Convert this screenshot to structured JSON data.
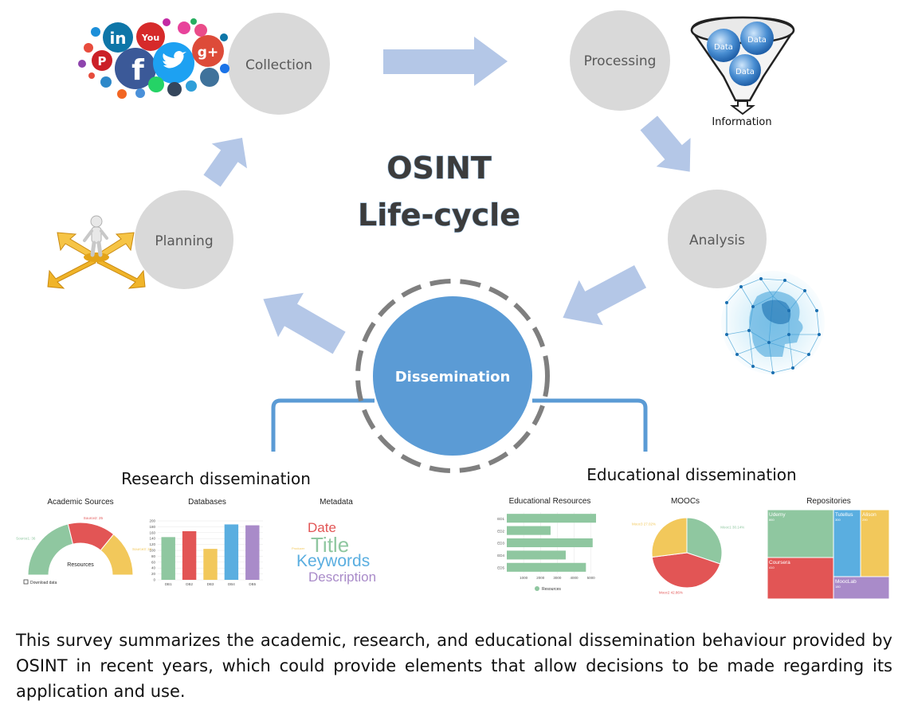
{
  "title": {
    "line1": "OSINT",
    "line2": "Life-cycle"
  },
  "stages": {
    "collection": "Collection",
    "processing": "Processing",
    "analysis": "Analysis",
    "dissemination": "Dissemination",
    "planning": "Planning"
  },
  "processing_icon": {
    "data_labels": [
      "Data",
      "Data",
      "Data"
    ],
    "output_label": "Information"
  },
  "research": {
    "heading": "Research dissemination",
    "academic_sources": {
      "title": "Academic Sources",
      "center_label": "Resources",
      "download_label": "Download data",
      "chart_data": {
        "type": "pie",
        "slices": [
          {
            "name": "Source1",
            "value": 36
          },
          {
            "name": "Source2",
            "value": 25
          },
          {
            "name": "Source3",
            "value": 24
          }
        ]
      }
    },
    "databases": {
      "title": "Databases",
      "chart_data": {
        "type": "bar",
        "categories": [
          "DB1",
          "DB2",
          "DB3",
          "DB4",
          "DB5"
        ],
        "values": [
          145,
          165,
          105,
          188,
          185
        ],
        "ylim": [
          0,
          200
        ],
        "yticks": [
          0,
          20,
          40,
          60,
          80,
          100,
          120,
          140,
          160,
          180,
          200
        ]
      }
    },
    "metadata": {
      "title": "Metadata",
      "words": [
        "Date",
        "Title",
        "Keywords",
        "Description",
        "Producer"
      ]
    }
  },
  "educational": {
    "heading": "Educational dissemination",
    "educational_resources": {
      "title": "Educational Resources",
      "legend": "Resources",
      "chart_data": {
        "type": "bar",
        "orientation": "horizontal",
        "categories": [
          "ED1",
          "ED2",
          "ED3",
          "ED4",
          "ED5"
        ],
        "values": [
          5300,
          2600,
          5100,
          3500,
          4700
        ],
        "xticks": [
          1000,
          2000,
          3000,
          4000,
          5000
        ],
        "xlim": [
          0,
          5300
        ]
      }
    },
    "moocs": {
      "title": "MOOCs",
      "chart_data": {
        "type": "pie",
        "slices": [
          {
            "name": "Mooc1",
            "value": 30.14,
            "label": "Mooc1 30.14%"
          },
          {
            "name": "Mooc2",
            "value": 42.86,
            "label": "Mooc2 42.86%"
          },
          {
            "name": "Mooc3",
            "value": 27.0,
            "label": "Mooc3 27.02%"
          }
        ]
      }
    },
    "repositories": {
      "title": "Repositories",
      "chart_data": {
        "type": "heatmap",
        "tiles": [
          {
            "name": "Udemy",
            "value": "860"
          },
          {
            "name": "Coursera",
            "value": "410"
          },
          {
            "name": "Tutellus",
            "value": "300"
          },
          {
            "name": "Alison",
            "value": "290"
          },
          {
            "name": "MoocLab",
            "value": "180"
          }
        ]
      }
    }
  },
  "colors": {
    "stage_circle": "#d9d9d9",
    "dissemination": "#5b9bd5",
    "arrow": "#b4c7e7",
    "bracket": "#5b9bd5",
    "green": "#8fc7a0",
    "red": "#e25555",
    "yellow": "#f2c85b",
    "blue": "#5aaee0",
    "purple": "#a98bc9"
  },
  "caption": "This survey summarizes the academic, research, and educational dissemination behaviour provided by OSINT in recent years, which could provide elements that allow decisions to be made regarding its application and use."
}
